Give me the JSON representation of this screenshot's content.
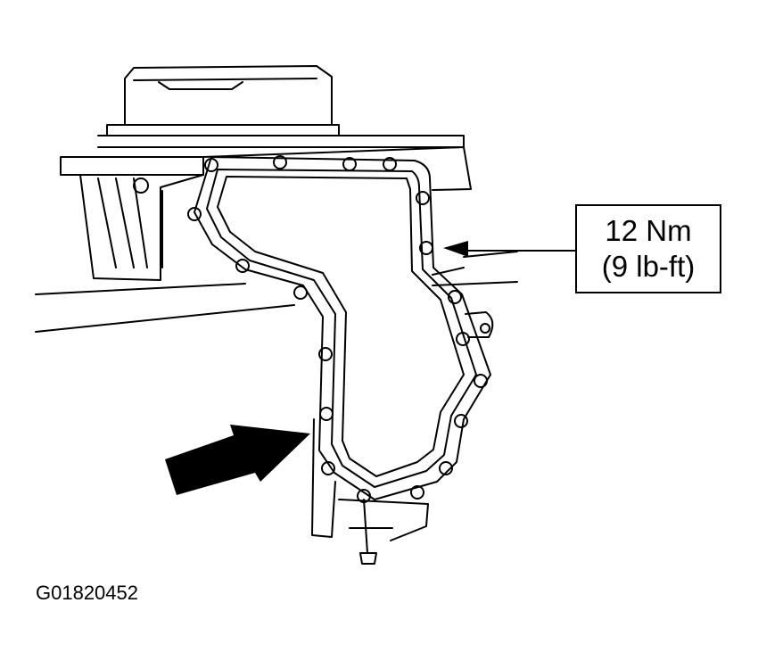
{
  "callout": {
    "torque_nm": "12 Nm",
    "torque_lbft": "(9 lb-ft)"
  },
  "figure_id": "G01820452",
  "colors": {
    "ink": "#000000",
    "paper": "#ffffff"
  }
}
